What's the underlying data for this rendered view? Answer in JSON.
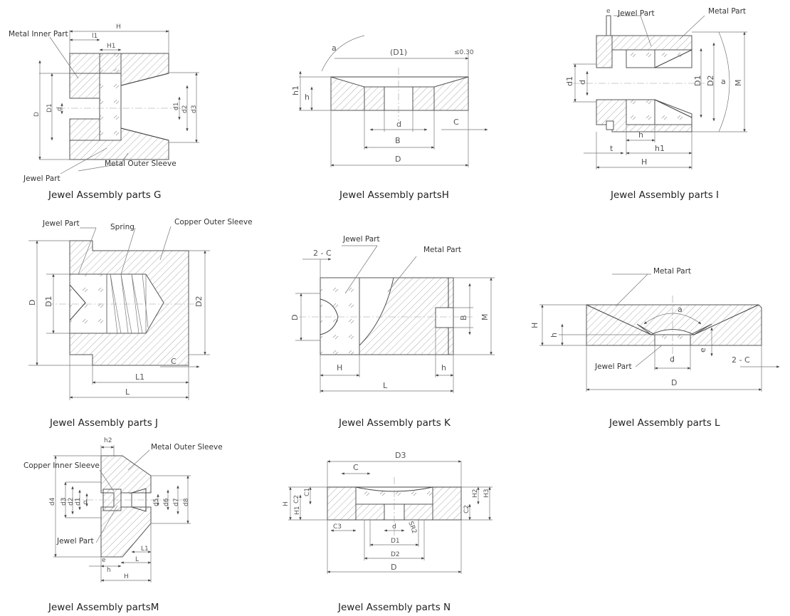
{
  "captions": {
    "g": "Jewel Assembly parts G",
    "h": "Jewel Assembly partsH",
    "i": "Jewel Assembly parts I",
    "j": "Jewel Assembly parts J",
    "k": "Jewel Assembly parts K",
    "l": "Jewel Assembly parts L",
    "m": "Jewel Assembly partsM",
    "n": "Jewel Assembly parts N"
  },
  "callouts": {
    "g_inner": "Metal Inner Part",
    "g_jewel": "Jewel Part",
    "g_outer": "Metal Outer Sleeve",
    "i_jewel": "Jewel Part",
    "i_metal": "Metal Part",
    "j_jewel": "Jewel Part",
    "j_spring": "Spring",
    "j_copper": "Copper Outer Sleeve",
    "k_jewel": "Jewel Part",
    "k_metal": "Metal Part",
    "l_metal": "Metal Part",
    "l_jewel": "Jewel Part",
    "m_copper": "Copper Inner Sleeve",
    "m_outer": "Metal Outer Sleeve",
    "m_jewel": "Jewel Part"
  },
  "dims": {
    "g": {
      "H": "H",
      "l1": "l1",
      "H1": "H1",
      "D": "D",
      "D1": "D1",
      "d": "d",
      "d1": "d1",
      "d2": "d2",
      "d3": "d3"
    },
    "h": {
      "D1": "(D1)",
      "tol": "≤0.30",
      "a": "a",
      "h1": "h1",
      "h": "h",
      "d": "d",
      "B": "B",
      "C": "C",
      "D": "D"
    },
    "i": {
      "e": "e",
      "d1": "d1",
      "d": "d",
      "D1": "D1",
      "D2": "D2",
      "a": "a",
      "M": "M",
      "h": "h",
      "t": "t",
      "h1": "h1",
      "H": "H"
    },
    "j": {
      "D": "D",
      "D1": "D1",
      "D2": "D2",
      "C": "C",
      "L1": "L1",
      "L": "L"
    },
    "k": {
      "C": "2 - C",
      "D": "D",
      "B": "B",
      "M": "M",
      "H": "H",
      "h": "h",
      "L": "L"
    },
    "l": {
      "a": "a",
      "H": "H",
      "h": "h",
      "d": "d",
      "e": "e",
      "C": "2 - C",
      "D": "D"
    },
    "m": {
      "h2": "h2",
      "d4": "d4",
      "d3": "d3",
      "d2": "d2",
      "d1": "d1",
      "d": "d",
      "d5": "d5",
      "d6": "d6",
      "d7": "d7",
      "d8": "d8",
      "L1": "L1",
      "L": "L",
      "e": "e",
      "h": "h",
      "H": "H"
    },
    "n": {
      "D3": "D3",
      "C": "C",
      "C1": "C1",
      "C2": "C2",
      "H": "H",
      "H1": "H1",
      "H2": "H2",
      "H3": "H3",
      "C3": "C3",
      "d": "d",
      "D1": "D1",
      "D2": "D2",
      "D": "D",
      "SR2": "SR2"
    }
  }
}
